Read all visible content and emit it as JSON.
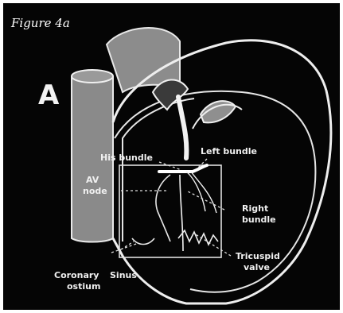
{
  "figure": {
    "caption": "Figure 4a",
    "panel_letter": "A"
  },
  "labels": {
    "his_bundle": "His bundle",
    "left_bundle": "Left bundle",
    "av_line1": "AV",
    "av_line2": "node",
    "right_line1": "Right",
    "right_line2": "bundle",
    "tricuspid_line1": "Tricuspid",
    "tricuspid_line2": "valve",
    "coronary_line1": "Coronary",
    "sinus": "Sinus",
    "coronary_line2": "ostium"
  },
  "colors": {
    "background": "#050505",
    "outline": "#eeeeee",
    "vessel_fill": "#8c8c8c",
    "label": "#f0f0f0"
  }
}
